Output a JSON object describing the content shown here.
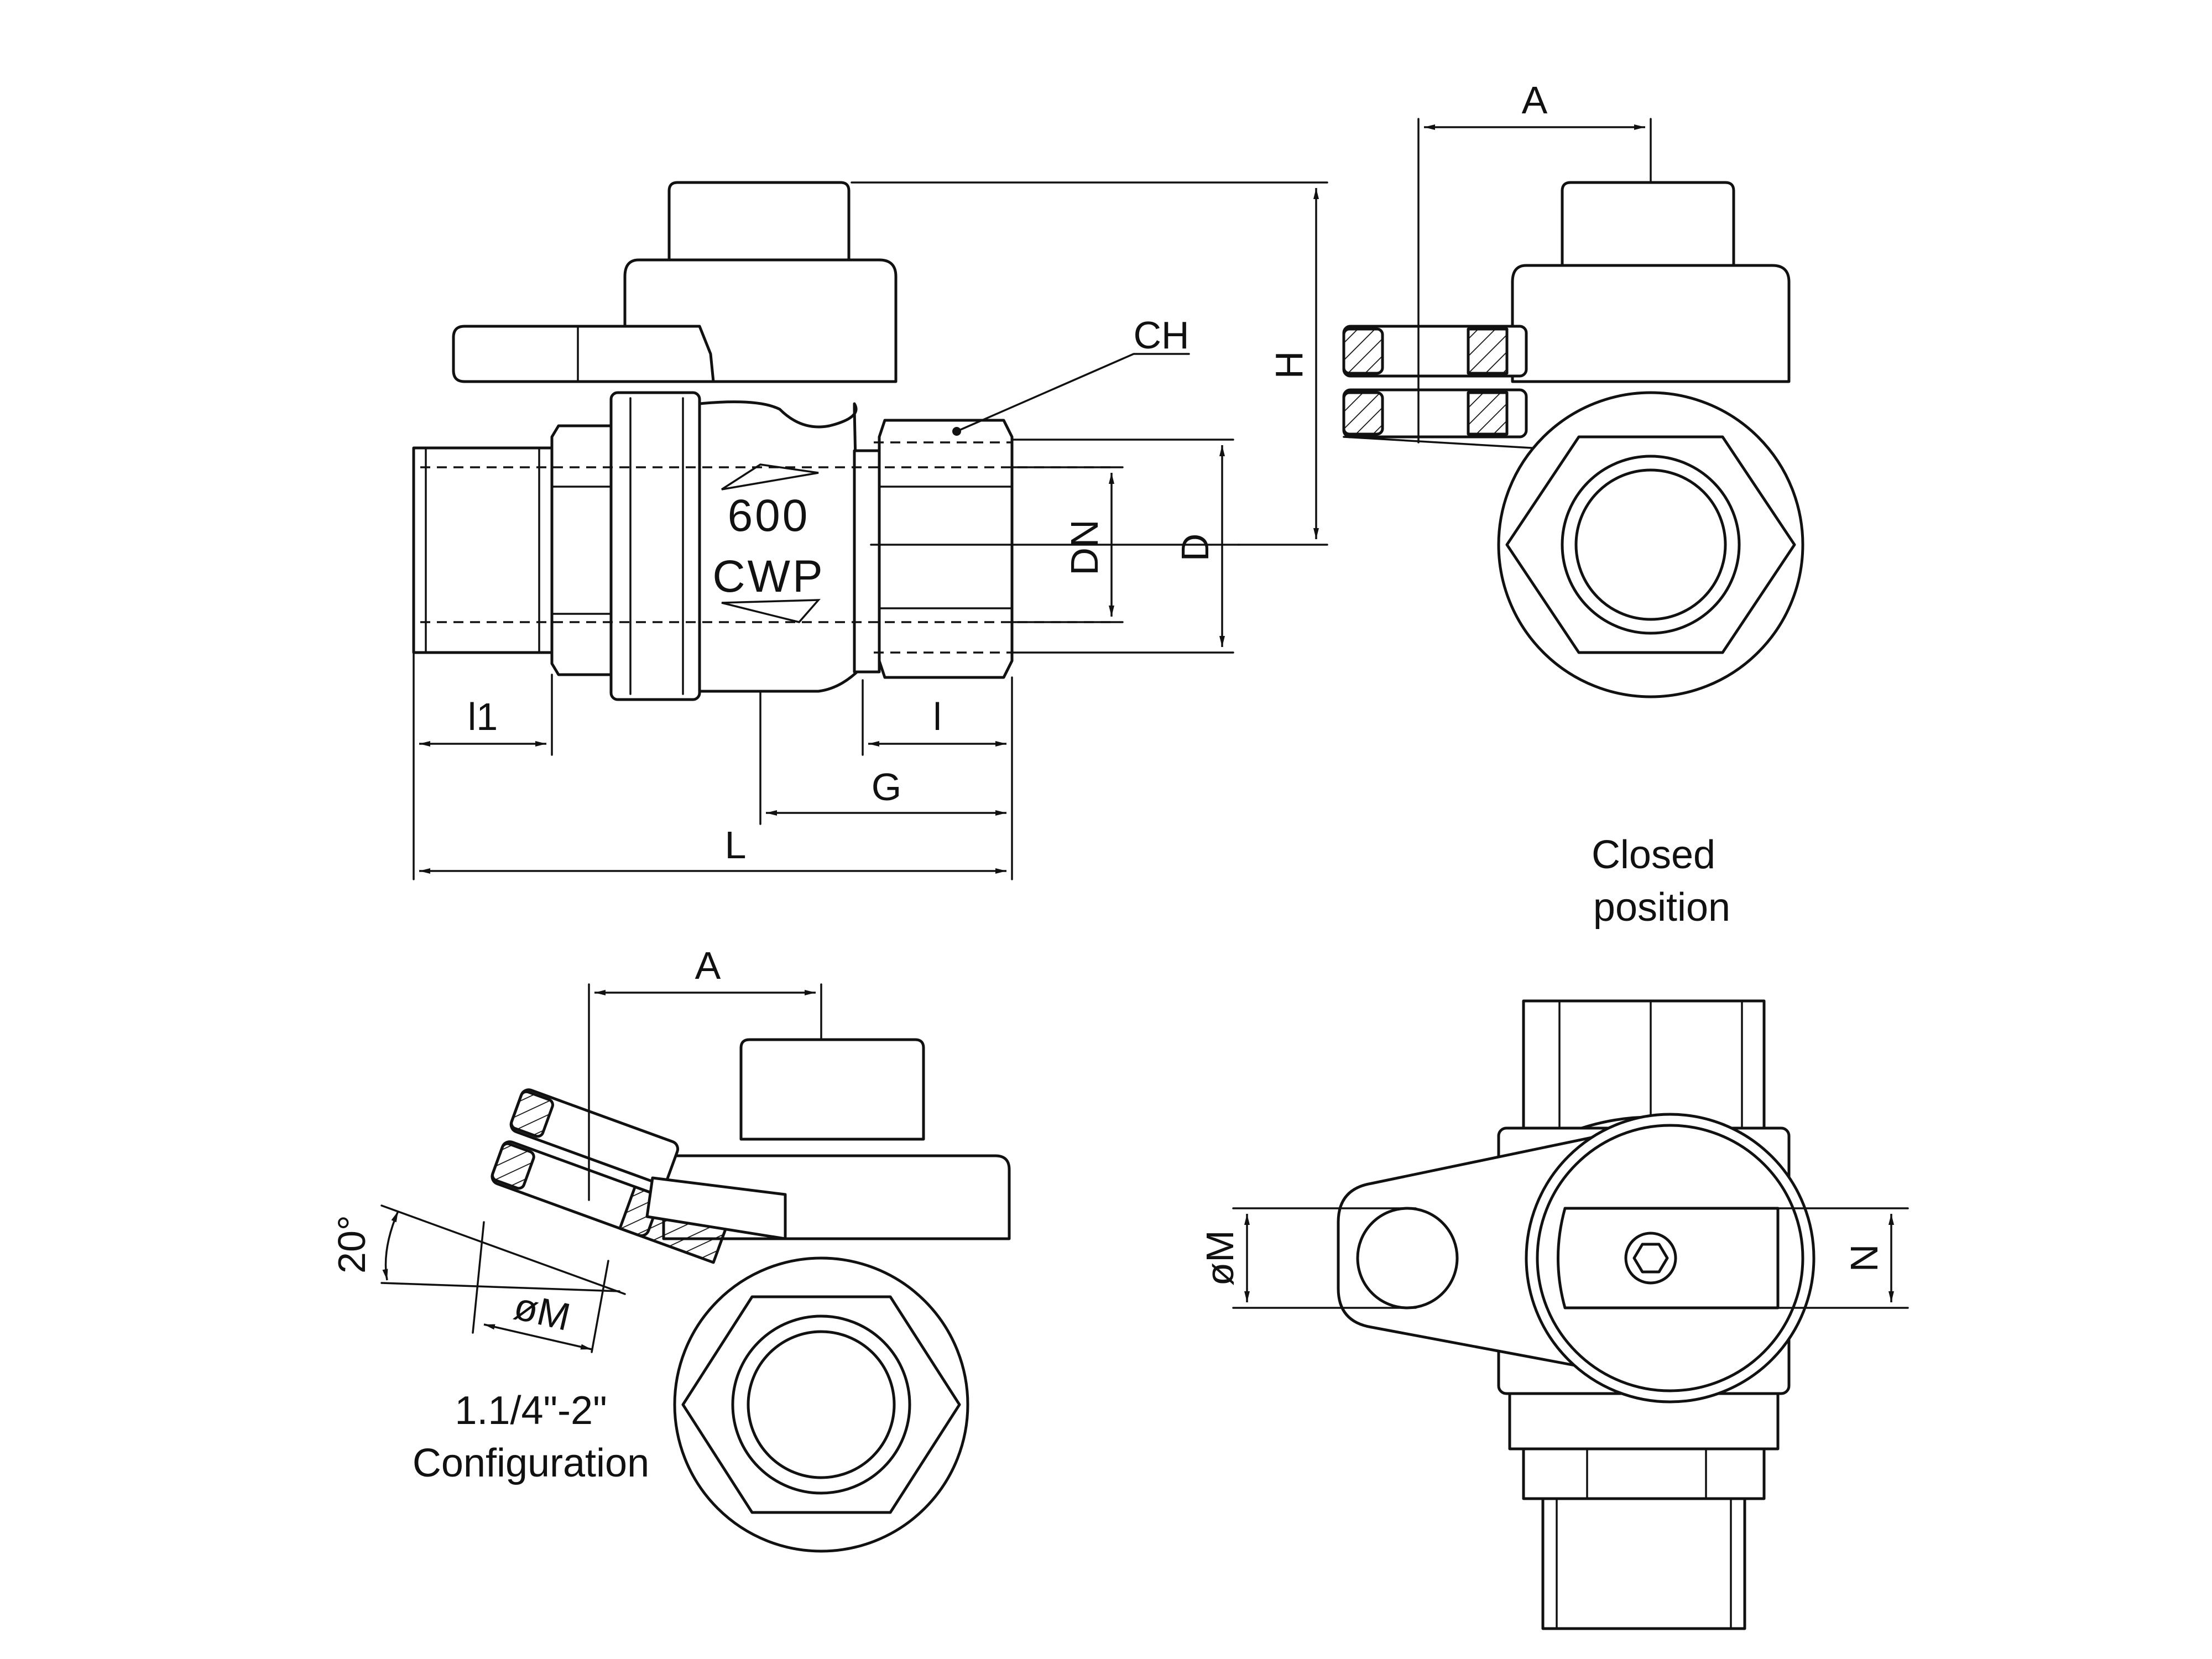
{
  "views": {
    "side": {
      "body_stamp": {
        "pressure": "600",
        "rating": "CWP"
      },
      "dimensions": {
        "ch": "CH",
        "h": "H",
        "dn": "DN",
        "d": "D",
        "l1": "l1",
        "l": "l",
        "g": "G",
        "length": "L"
      }
    },
    "closed": {
      "caption_line1": "Closed",
      "caption_line2": "position",
      "dimensions": {
        "a": "A"
      }
    },
    "config": {
      "caption_line1": "1.1/4\"-2\"",
      "caption_line2": "Configuration",
      "dimensions": {
        "a": "A",
        "angle": "20°",
        "m": "øM"
      }
    },
    "top": {
      "dimensions": {
        "m": "øM",
        "n": "N"
      }
    }
  }
}
